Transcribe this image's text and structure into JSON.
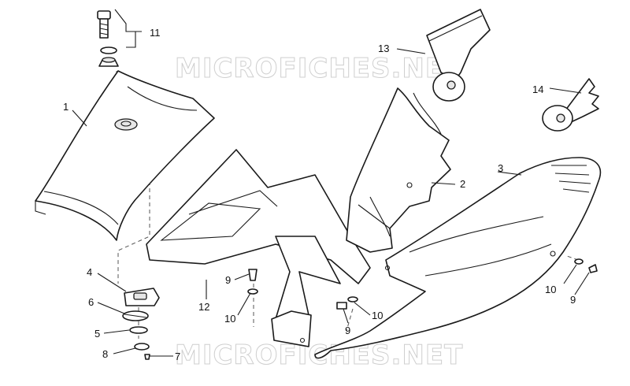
{
  "watermark": {
    "top": "MICROFICHES.NET",
    "bottom": "MICROFICHES.NET"
  },
  "callouts": {
    "c1": "1",
    "c2": "2",
    "c3": "3",
    "c4": "4",
    "c5": "5",
    "c6": "6",
    "c7": "7",
    "c8": "8",
    "c9a": "9",
    "c9b": "9",
    "c9c": "9",
    "c10a": "10",
    "c10b": "10",
    "c10c": "10",
    "c11": "11",
    "c12": "12",
    "c13": "13",
    "c14": "14"
  }
}
